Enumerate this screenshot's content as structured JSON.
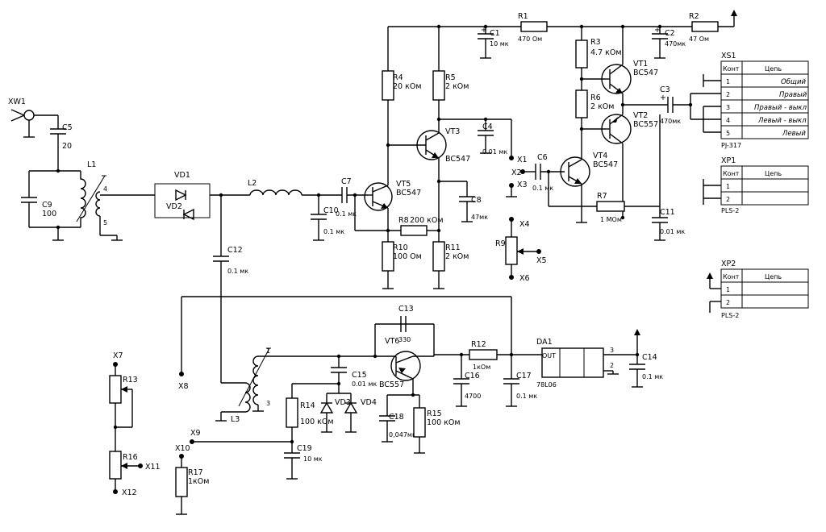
{
  "labels": {
    "xw1": "XW1",
    "c5": "C5",
    "c5v": "20",
    "c9": "C9",
    "c9v": "100",
    "l1": "L1",
    "l1_4": "4",
    "l1_5": "5",
    "vd1": "VD1",
    "vd2": "VD2",
    "l2": "L2",
    "c7": "C7",
    "c7v": "0.1 мк",
    "c10": "C10",
    "c10v": "0.1 мк",
    "vt5": "VT5",
    "vt5t": "BC547",
    "r4": "R4",
    "r4v": "20 кОм",
    "r5": "R5",
    "r5v": "2 кОм",
    "r8": "R8",
    "r8v": "200 кОм",
    "r10": "R10",
    "r10v": "100 Ом",
    "r11": "R11",
    "r11v": "2 кОм",
    "vt3": "VT3",
    "vt3t": "BC547",
    "c4": "C4",
    "c4v": "0.01 мк",
    "c8": "C8",
    "c8v": "47мк",
    "c1": "C1",
    "c1v": "10 мк",
    "r1": "R1",
    "r1v": "470 Ом",
    "r2": "R2",
    "r2v": "47 Ом",
    "r3": "R3",
    "r3v": "4.7 кОм",
    "c2": "C2",
    "c2v": "470мк",
    "vt1": "VT1",
    "vt1t": "BC547",
    "r6": "R6",
    "r6v": "2 кОм",
    "vt2": "VT2",
    "vt2t": "BC557",
    "c3": "C3",
    "c3v": "470мк",
    "vt4": "VT4",
    "vt4t": "BC547",
    "c6": "C6",
    "c6v": "0.1 мк",
    "r7": "R7",
    "r7v": "1 МОм",
    "c11": "C11",
    "c11v": "0.01 мк",
    "x1": "X1",
    "x2": "X2",
    "x3": "X3",
    "x4": "X4",
    "x5": "X5",
    "x6": "X6",
    "r9": "R9",
    "c12": "C12",
    "c12v": "0.1 мк",
    "x7": "X7",
    "x8": "X8",
    "x9": "X9",
    "x10": "X10",
    "x11": "X11",
    "x12": "X12",
    "r13": "R13",
    "r16": "R16",
    "r17": "R17",
    "r17v": "1кОм",
    "l3": "L3",
    "l3_1": "1",
    "l3_3": "3",
    "r14": "R14",
    "r14v": "100 кОм",
    "c15": "C15",
    "c15v": "0.01 мк",
    "vd3": "VD3",
    "vd4": "VD4",
    "c19": "C19",
    "c19v": "10 мк",
    "c13": "C13",
    "c13v": "330",
    "vt6": "VT6",
    "vt6t": "BC557",
    "c18": "C18",
    "c18v": "0,047мк",
    "r15": "R15",
    "r15v": "100 кОм",
    "r12": "R12",
    "r12v": "1кОм",
    "c16": "C16",
    "c16v": "4700",
    "c17": "C17",
    "c17v": "0.1 мк",
    "da1": "DA1",
    "da1t": "78L06",
    "da1_out": "OUT",
    "da1_3": "3",
    "da1_2": "2",
    "c14": "C14",
    "c14v": "0.1 мк"
  },
  "connectors": {
    "xs1": {
      "title": "XS1",
      "hdr_k": "Конт",
      "hdr_c": "Цепь",
      "rows": [
        {
          "k": "1",
          "c": "Общий"
        },
        {
          "k": "2",
          "c": "Правый"
        },
        {
          "k": "3",
          "c": "Правый - выкл"
        },
        {
          "k": "4",
          "c": "Левый - выкл"
        },
        {
          "k": "5",
          "c": "Левый"
        }
      ],
      "type": "PJ-317"
    },
    "xp1": {
      "title": "XP1",
      "hdr_k": "Конт",
      "hdr_c": "Цепь",
      "rows": [
        {
          "k": "1",
          "c": ""
        },
        {
          "k": "2",
          "c": ""
        }
      ],
      "type": "PLS-2"
    },
    "xp2": {
      "title": "XP2",
      "hdr_k": "Конт",
      "hdr_c": "Цепь",
      "rows": [
        {
          "k": "1",
          "c": ""
        },
        {
          "k": "2",
          "c": ""
        }
      ],
      "type": "PLS-2"
    }
  }
}
